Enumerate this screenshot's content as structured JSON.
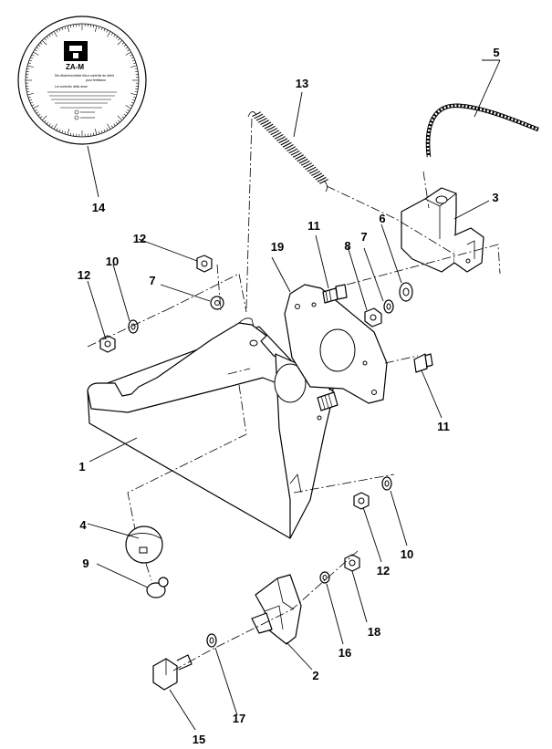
{
  "callouts": {
    "p1": "1",
    "p2": "2",
    "p3": "3",
    "p4": "4",
    "p5": "5",
    "p6": "6",
    "p7a": "7",
    "p7b": "7",
    "p8": "8",
    "p9": "9",
    "p10a": "10",
    "p10b": "10",
    "p11a": "11",
    "p11b": "11",
    "p12a": "12",
    "p12b": "12",
    "p12c": "12",
    "p13": "13",
    "p14": "14",
    "p15": "15",
    "p16": "16",
    "p17": "17",
    "p18": "18",
    "p19": "19"
  },
  "dial": {
    "brand": "ZA-M",
    "line_de": "Die Abdrehscheibe für",
    "line_fr": "Le contrôle de débit",
    "line_en": "pour fertiliseur",
    "line_en2": "Lei controllo della dose"
  }
}
